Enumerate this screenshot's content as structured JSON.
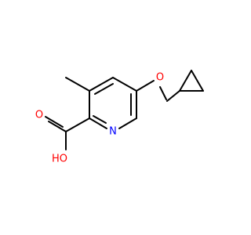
{
  "molecule": {
    "atoms": {
      "nitrogen": {
        "label": "N",
        "color": "#0000ff"
      },
      "ether_oxygen": {
        "label": "O",
        "color": "#ff0000"
      },
      "carbonyl_oxygen": {
        "label": "O",
        "color": "#ff0000"
      },
      "hydroxyl": {
        "label": "HO",
        "color": "#ff0000"
      }
    },
    "bond_color": "#000000"
  }
}
